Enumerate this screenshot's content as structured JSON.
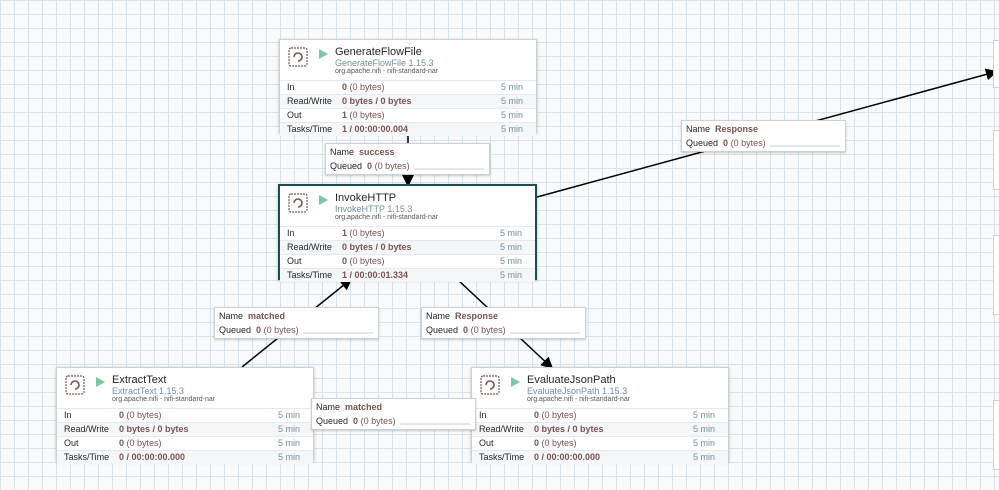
{
  "processors": [
    {
      "name": "GenerateFlowFile",
      "type": "GenerateFlowFile 1.15.3",
      "bundle": "org.apache.nifi - nifi-standard-nar",
      "in_count": "0",
      "in_bytes": "(0 bytes)",
      "rw": "0 bytes / 0 bytes",
      "out_count": "1",
      "out_bytes": "(0 bytes)",
      "tasks": "1 / 00:00:00.004",
      "window": "5 min"
    },
    {
      "name": "InvokeHTTP",
      "type": "InvokeHTTP 1.15.3",
      "bundle": "org.apache.nifi - nifi-standard-nar",
      "in_count": "1",
      "in_bytes": "(0 bytes)",
      "rw": "0 bytes / 0 bytes",
      "out_count": "0",
      "out_bytes": "(0 bytes)",
      "tasks": "1 / 00:00:01.334",
      "window": "5 min"
    },
    {
      "name": "ExtractText",
      "type": "ExtractText 1.15.3",
      "bundle": "org.apache.nifi - nifi-standard-nar",
      "in_count": "0",
      "in_bytes": "(0 bytes)",
      "rw": "0 bytes / 0 bytes",
      "out_count": "0",
      "out_bytes": "(0 bytes)",
      "tasks": "0 / 00:00:00.000",
      "window": "5 min"
    },
    {
      "name": "EvaluateJsonPath",
      "type": "EvaluateJsonPath 1.15.3",
      "bundle": "org.apache.nifi - nifi-standard-nar",
      "in_count": "0",
      "in_bytes": "(0 bytes)",
      "rw": "0 bytes / 0 bytes",
      "out_count": "0",
      "out_bytes": "(0 bytes)",
      "tasks": "0 / 00:00:00.000",
      "window": "5 min"
    }
  ],
  "row_labels": {
    "in": "In",
    "rw": "Read/Write",
    "out": "Out",
    "tasks": "Tasks/Time"
  },
  "connections": [
    {
      "name_label": "Name",
      "name": "success",
      "queued_label": "Queued",
      "count": "0",
      "bytes": "(0 bytes)"
    },
    {
      "name_label": "Name",
      "name": "Response",
      "queued_label": "Queued",
      "count": "0",
      "bytes": "(0 bytes)"
    },
    {
      "name_label": "Name",
      "name": "matched",
      "queued_label": "Queued",
      "count": "0",
      "bytes": "(0 bytes)"
    },
    {
      "name_label": "Name",
      "name": "Response",
      "queued_label": "Queued",
      "count": "0",
      "bytes": "(0 bytes)"
    },
    {
      "name_label": "Name",
      "name": "matched",
      "queued_label": "Queued",
      "count": "0",
      "bytes": "(0 bytes)"
    }
  ],
  "colors": {
    "run_icon": "#7dc7a0",
    "selected_border": "#1b4f4f",
    "type_text": "#728e9b",
    "value_text": "#775351",
    "grid": "#d9e2ea"
  },
  "icons": {
    "processor": "processor-icon",
    "run": "play-icon"
  }
}
